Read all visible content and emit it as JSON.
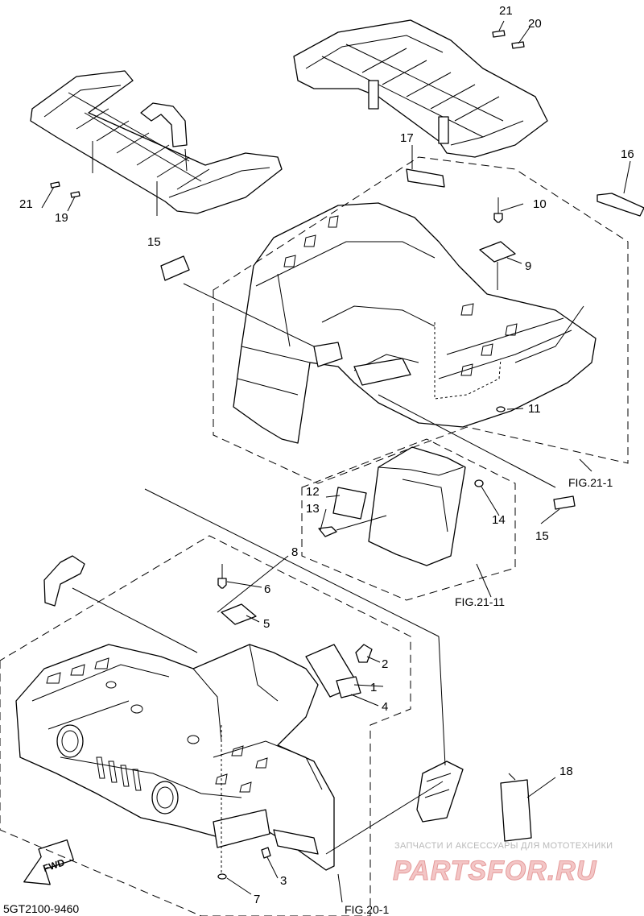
{
  "diagram": {
    "drawing_code": "5GT2100-9460",
    "fwd_label": "FWD",
    "fig_refs": [
      "FIG.21-1",
      "FIG.21-11",
      "FIG.20-1"
    ],
    "callouts": [
      "1",
      "2",
      "3",
      "4",
      "5",
      "6",
      "7",
      "8",
      "9",
      "10",
      "11",
      "12",
      "13",
      "14",
      "15",
      "15",
      "16",
      "17",
      "18",
      "19",
      "20",
      "21",
      "21"
    ]
  },
  "watermark": {
    "tagline": "ЗАПЧАСТИ И АКСЕССУАРЫ ДЛЯ МОТОТЕХНИКИ",
    "brand": "PARTSFOR.RU"
  }
}
